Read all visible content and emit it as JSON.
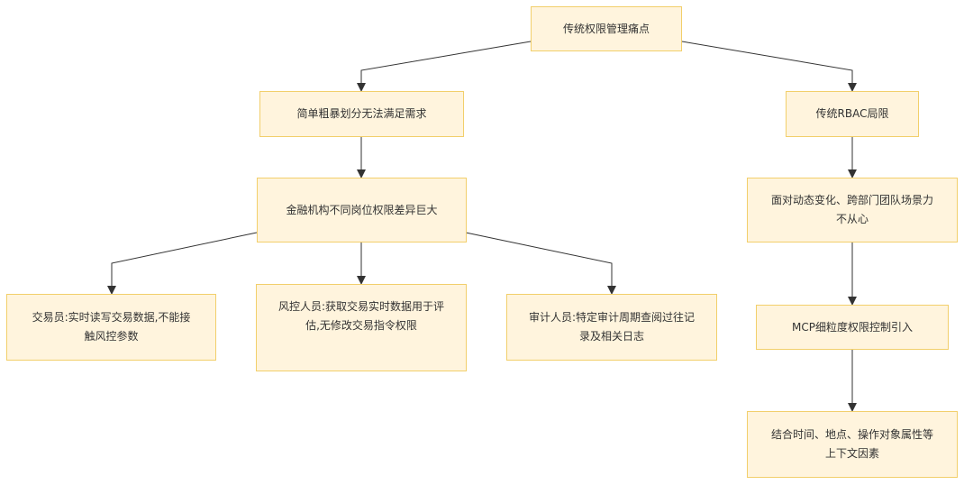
{
  "diagram": {
    "nodes": {
      "root": {
        "text": "传统权限管理痛点"
      },
      "simple": {
        "text": "简单粗暴划分无法满足需求"
      },
      "rbac": {
        "text": "传统RBAC局限"
      },
      "finance": {
        "text": "金融机构不同岗位权限差异巨大"
      },
      "dynamic": {
        "text": "面对动态变化、跨部门团队场景力不从心"
      },
      "trader": {
        "text": "交易员:实时读写交易数据,不能接触风控参数"
      },
      "risk": {
        "text": "风控人员:获取交易实时数据用于评估,无修改交易指令权限"
      },
      "audit": {
        "text": "审计人员:特定审计周期查阅过往记录及相关日志"
      },
      "mcp": {
        "text": "MCP细粒度权限控制引入"
      },
      "context": {
        "text": "结合时间、地点、操作对象属性等上下文因素"
      }
    },
    "colors": {
      "node_fill": "#fff4dd",
      "node_border": "#f2cf6b",
      "edge": "#333333",
      "text": "#333333"
    }
  }
}
